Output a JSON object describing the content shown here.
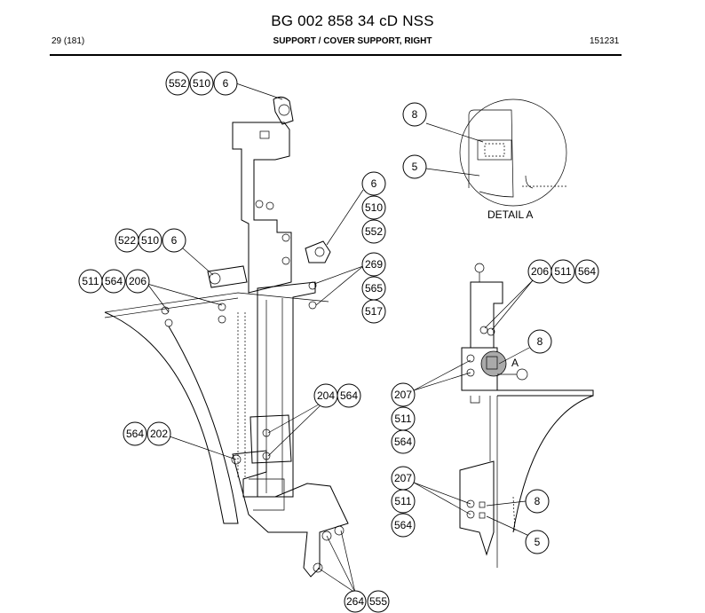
{
  "header": {
    "title": "BG 002 858 34 cD NSS",
    "page": "29 (181)",
    "subtitle": "SUPPORT / COVER SUPPORT, RIGHT",
    "code": "151231"
  },
  "detail_label": "DETAIL  A",
  "detail_marker": "A",
  "callouts": {
    "main_top": [
      "552",
      "510",
      "6"
    ],
    "main_right_stack_a": [
      "6",
      "510",
      "552"
    ],
    "main_left_mid": [
      "522",
      "510",
      "6"
    ],
    "main_left": [
      "511",
      "564",
      "206"
    ],
    "main_right_stack_b": [
      "269",
      "565",
      "517"
    ],
    "main_mid": [
      "204",
      "564"
    ],
    "main_lower_left": [
      "564",
      "202"
    ],
    "main_bottom": [
      "264",
      "555"
    ],
    "detail_a": [
      "8",
      "5"
    ],
    "side_top": [
      "206",
      "511",
      "564"
    ],
    "side_8_upper": "8",
    "side_stack_mid": [
      "207",
      "511",
      "564"
    ],
    "side_stack_low": [
      "207",
      "511",
      "564"
    ],
    "side_8_lower": "8",
    "side_5": "5"
  }
}
